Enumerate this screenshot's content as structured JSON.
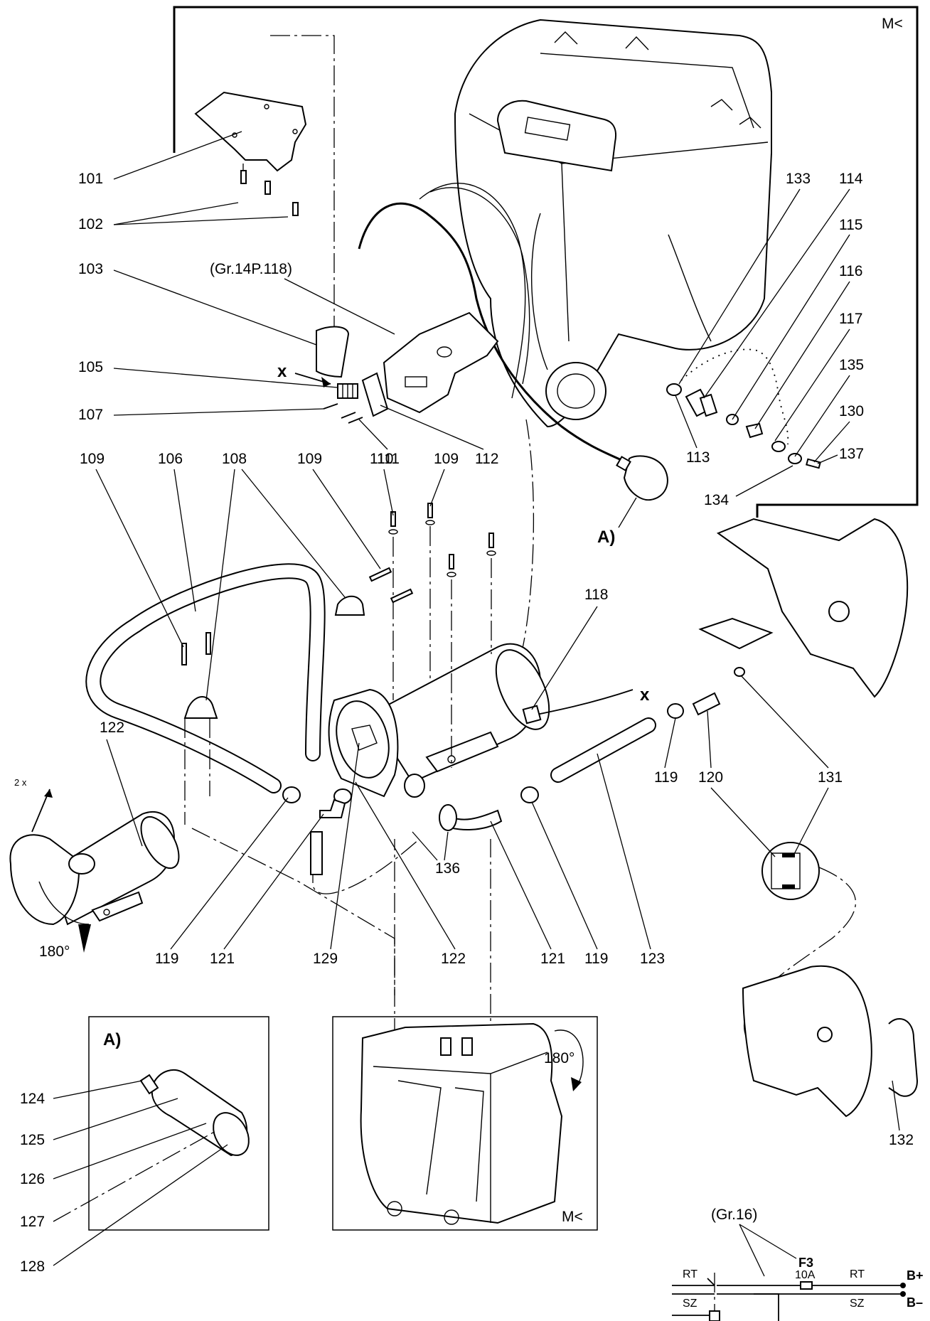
{
  "title_block": {
    "model_code": "M<"
  },
  "callouts": {
    "c101": "101",
    "c102": "102",
    "c103": "103",
    "c105": "105",
    "c106": "106",
    "c107": "107",
    "c108": "108",
    "c109a": "109",
    "c109b": "109",
    "c109c": "109",
    "c110": "110",
    "c111": "111",
    "c112": "112",
    "c113": "113",
    "c114": "114",
    "c115": "115",
    "c116": "116",
    "c117": "117",
    "c118": "118",
    "c119a": "119",
    "c119b": "119",
    "c119c": "119",
    "c120": "120",
    "c121a": "121",
    "c121b": "121",
    "c122a": "122",
    "c122b": "122",
    "c123": "123",
    "c124": "124",
    "c125": "125",
    "c126": "126",
    "c127": "127",
    "c128": "128",
    "c129": "129",
    "c130": "130",
    "c131": "131",
    "c132": "132",
    "c133": "133",
    "c134": "134",
    "c135": "135",
    "c136": "136",
    "c137": "137"
  },
  "references": {
    "gr14": "(Gr.14P.118)",
    "gr16": "(Gr.16)",
    "detail_a": "A)",
    "connector_x": "x",
    "times_two": "2 x",
    "rotate_pump": "180°",
    "rotate_tank": "180°",
    "tank_code": "M<"
  },
  "schematic": {
    "fuse_name": "F3",
    "fuse_rating": "10A",
    "wire_red": "RT",
    "wire_black": "SZ",
    "battery_plus": "B+",
    "battery_minus": "B–"
  }
}
